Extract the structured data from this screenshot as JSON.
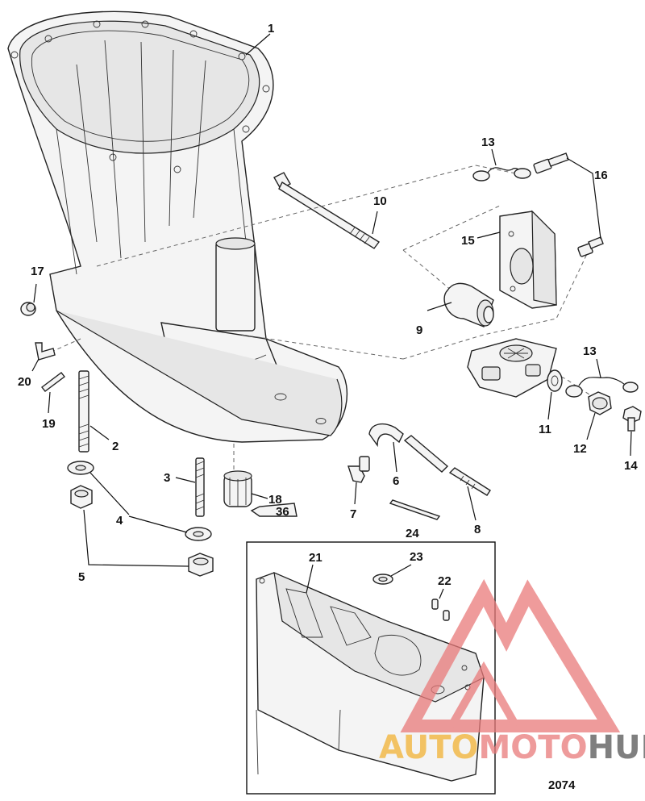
{
  "figure_number": "2074",
  "callouts": {
    "c1": "1",
    "c2": "2",
    "c3": "3",
    "c4": "4",
    "c5": "5",
    "c6": "6",
    "c7": "7",
    "c8": "8",
    "c9": "9",
    "c10": "10",
    "c11": "11",
    "c12": "12",
    "c13a": "13",
    "c13b": "13",
    "c14": "14",
    "c15": "15",
    "c16": "16",
    "c17": "17",
    "c18": "18",
    "c19": "19",
    "c20": "20",
    "c21": "21",
    "c22": "22",
    "c23": "23",
    "c24": "24"
  },
  "tube_label": "36",
  "watermark": {
    "part1": "AUTO",
    "part2": "MOTO",
    "part3": "HUB",
    "color_a": "#f2b233",
    "color_b": "#e97a7a",
    "color_c": "#555555"
  }
}
